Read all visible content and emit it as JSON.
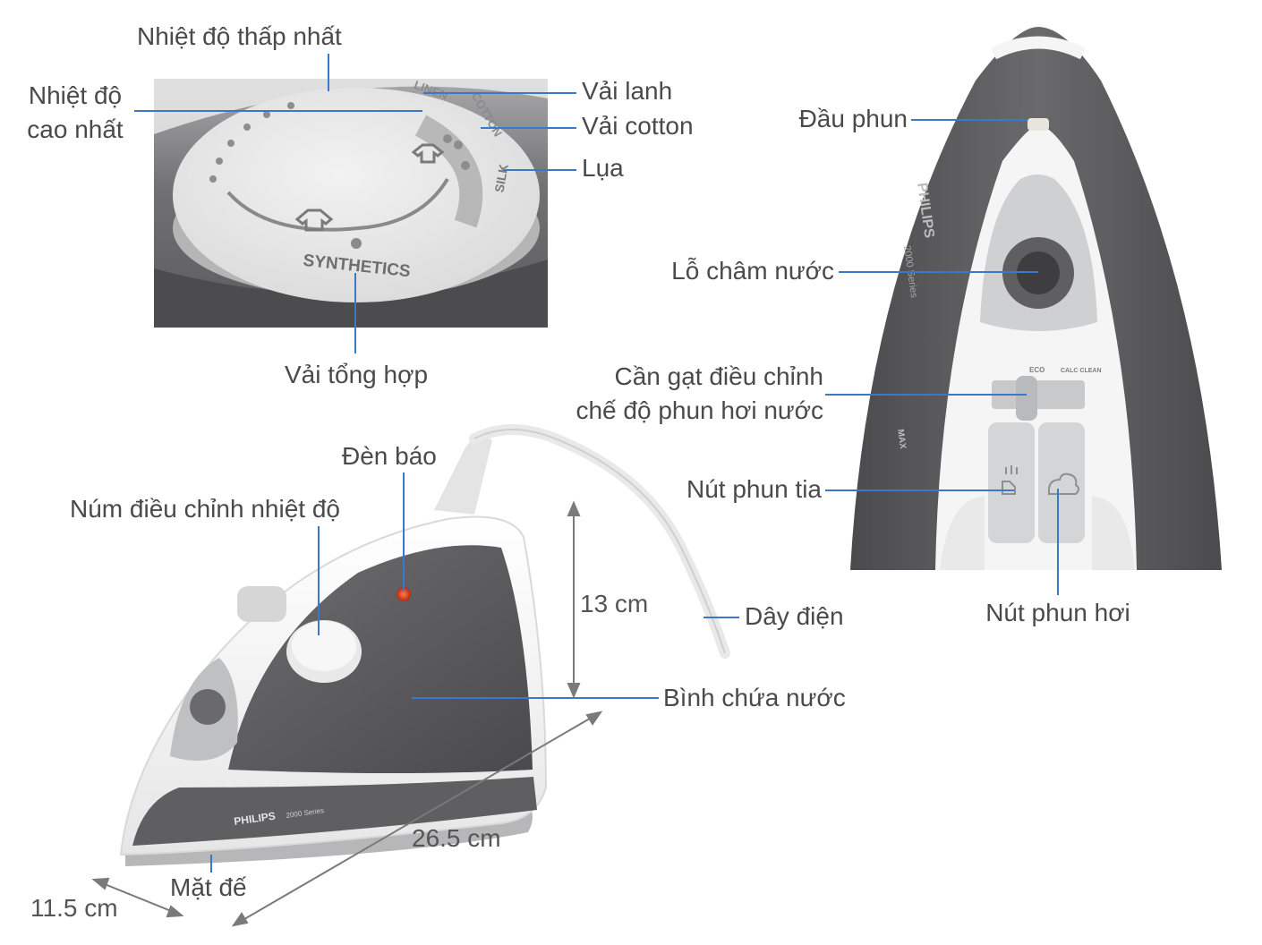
{
  "colors": {
    "leader_line": "#3a78c9",
    "dimension_line": "#7a7a7a",
    "iron_body_gray": "#5f5e60",
    "iron_white": "#f5f5f5",
    "indicator_light": "#e8422a"
  },
  "icons": [
    "steam-icon",
    "spray-icon",
    "fabric-icon"
  ],
  "dial": {
    "labels": {
      "min_temp": "Nhiệt độ thấp nhất",
      "max_temp_line1": "Nhiệt độ",
      "max_temp_line2": "cao nhất",
      "linen": "Vải lanh",
      "cotton": "Vải cotton",
      "silk": "Lụa",
      "synthetics": "Vải tổng hợp"
    },
    "print": {
      "synthetics": "SYNTHETICS",
      "silk": "SILK",
      "cotton": "COTTON",
      "linen": "LINEN"
    }
  },
  "top_view": {
    "labels": {
      "nozzle": "Đầu phun",
      "water_inlet": "Lỗ châm nước",
      "lever_line1": "Cần gạt điều chỉnh",
      "lever_line2": "chế độ phun hơi nước",
      "spray_button": "Nút phun tia",
      "steam_button": "Nút phun hơi"
    },
    "print": {
      "brand": "PHILIPS",
      "series": "2000 Series",
      "max": "MAX",
      "eco": "ECO",
      "calc_clean": "CALC CLEAN"
    }
  },
  "side_view": {
    "labels": {
      "indicator": "Đèn báo",
      "temp_knob": "Núm điều chỉnh nhiệt độ",
      "cord": "Dây điện",
      "water_tank": "Bình chứa nước",
      "soleplate": "Mặt đế"
    },
    "dimensions": {
      "height": "13 cm",
      "length": "26.5 cm",
      "width": "11.5 cm"
    },
    "print": {
      "brand": "PHILIPS",
      "series": "2000 Series"
    }
  }
}
